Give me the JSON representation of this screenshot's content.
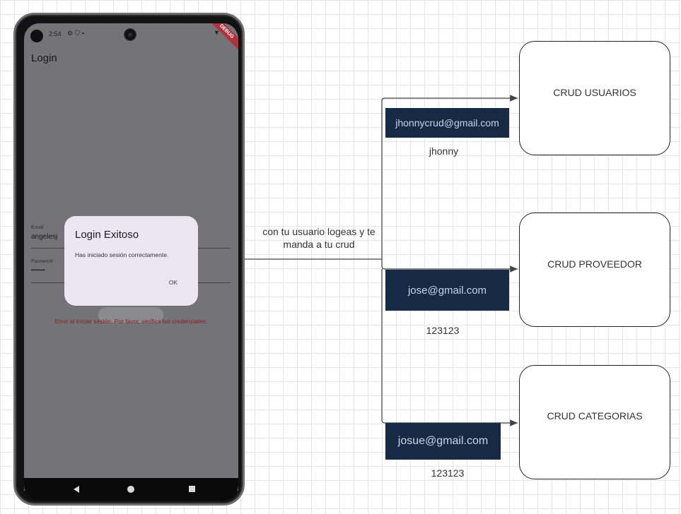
{
  "phone": {
    "status_time": "2:54",
    "debug_ribbon": "DEBUG",
    "appbar_title": "Login",
    "email_label": "Email",
    "email_value": "angelesj",
    "password_label": "Password",
    "password_value": "•••••••",
    "error_text": "Error al iniciar sesión. Por favor, verifica tus credenciales.",
    "dialog": {
      "title": "Login Exitoso",
      "body": "Has iniciado sesión correctamente.",
      "ok_label": "OK"
    },
    "icons": [
      "settings-icon",
      "shield-icon",
      "sd-card-icon",
      "wifi-icon",
      "back-icon",
      "home-icon",
      "recents-icon"
    ]
  },
  "diagram": {
    "flow_label": "con tu usuario logeas y te manda a tu crud",
    "branches": [
      {
        "crud": "CRUD USUARIOS",
        "email": "jhonnycrud@gmail.com",
        "password": "jhonny"
      },
      {
        "crud": "CRUD PROVEEDOR",
        "email": "jose@gmail.com",
        "password": "123123"
      },
      {
        "crud": "CRUD CATEGORIAS",
        "email": "josue@gmail.com",
        "password": "123123"
      }
    ],
    "colors": {
      "tag_bg": "#172a45",
      "tag_text": "#c9d4e6",
      "line": "#444444"
    }
  }
}
